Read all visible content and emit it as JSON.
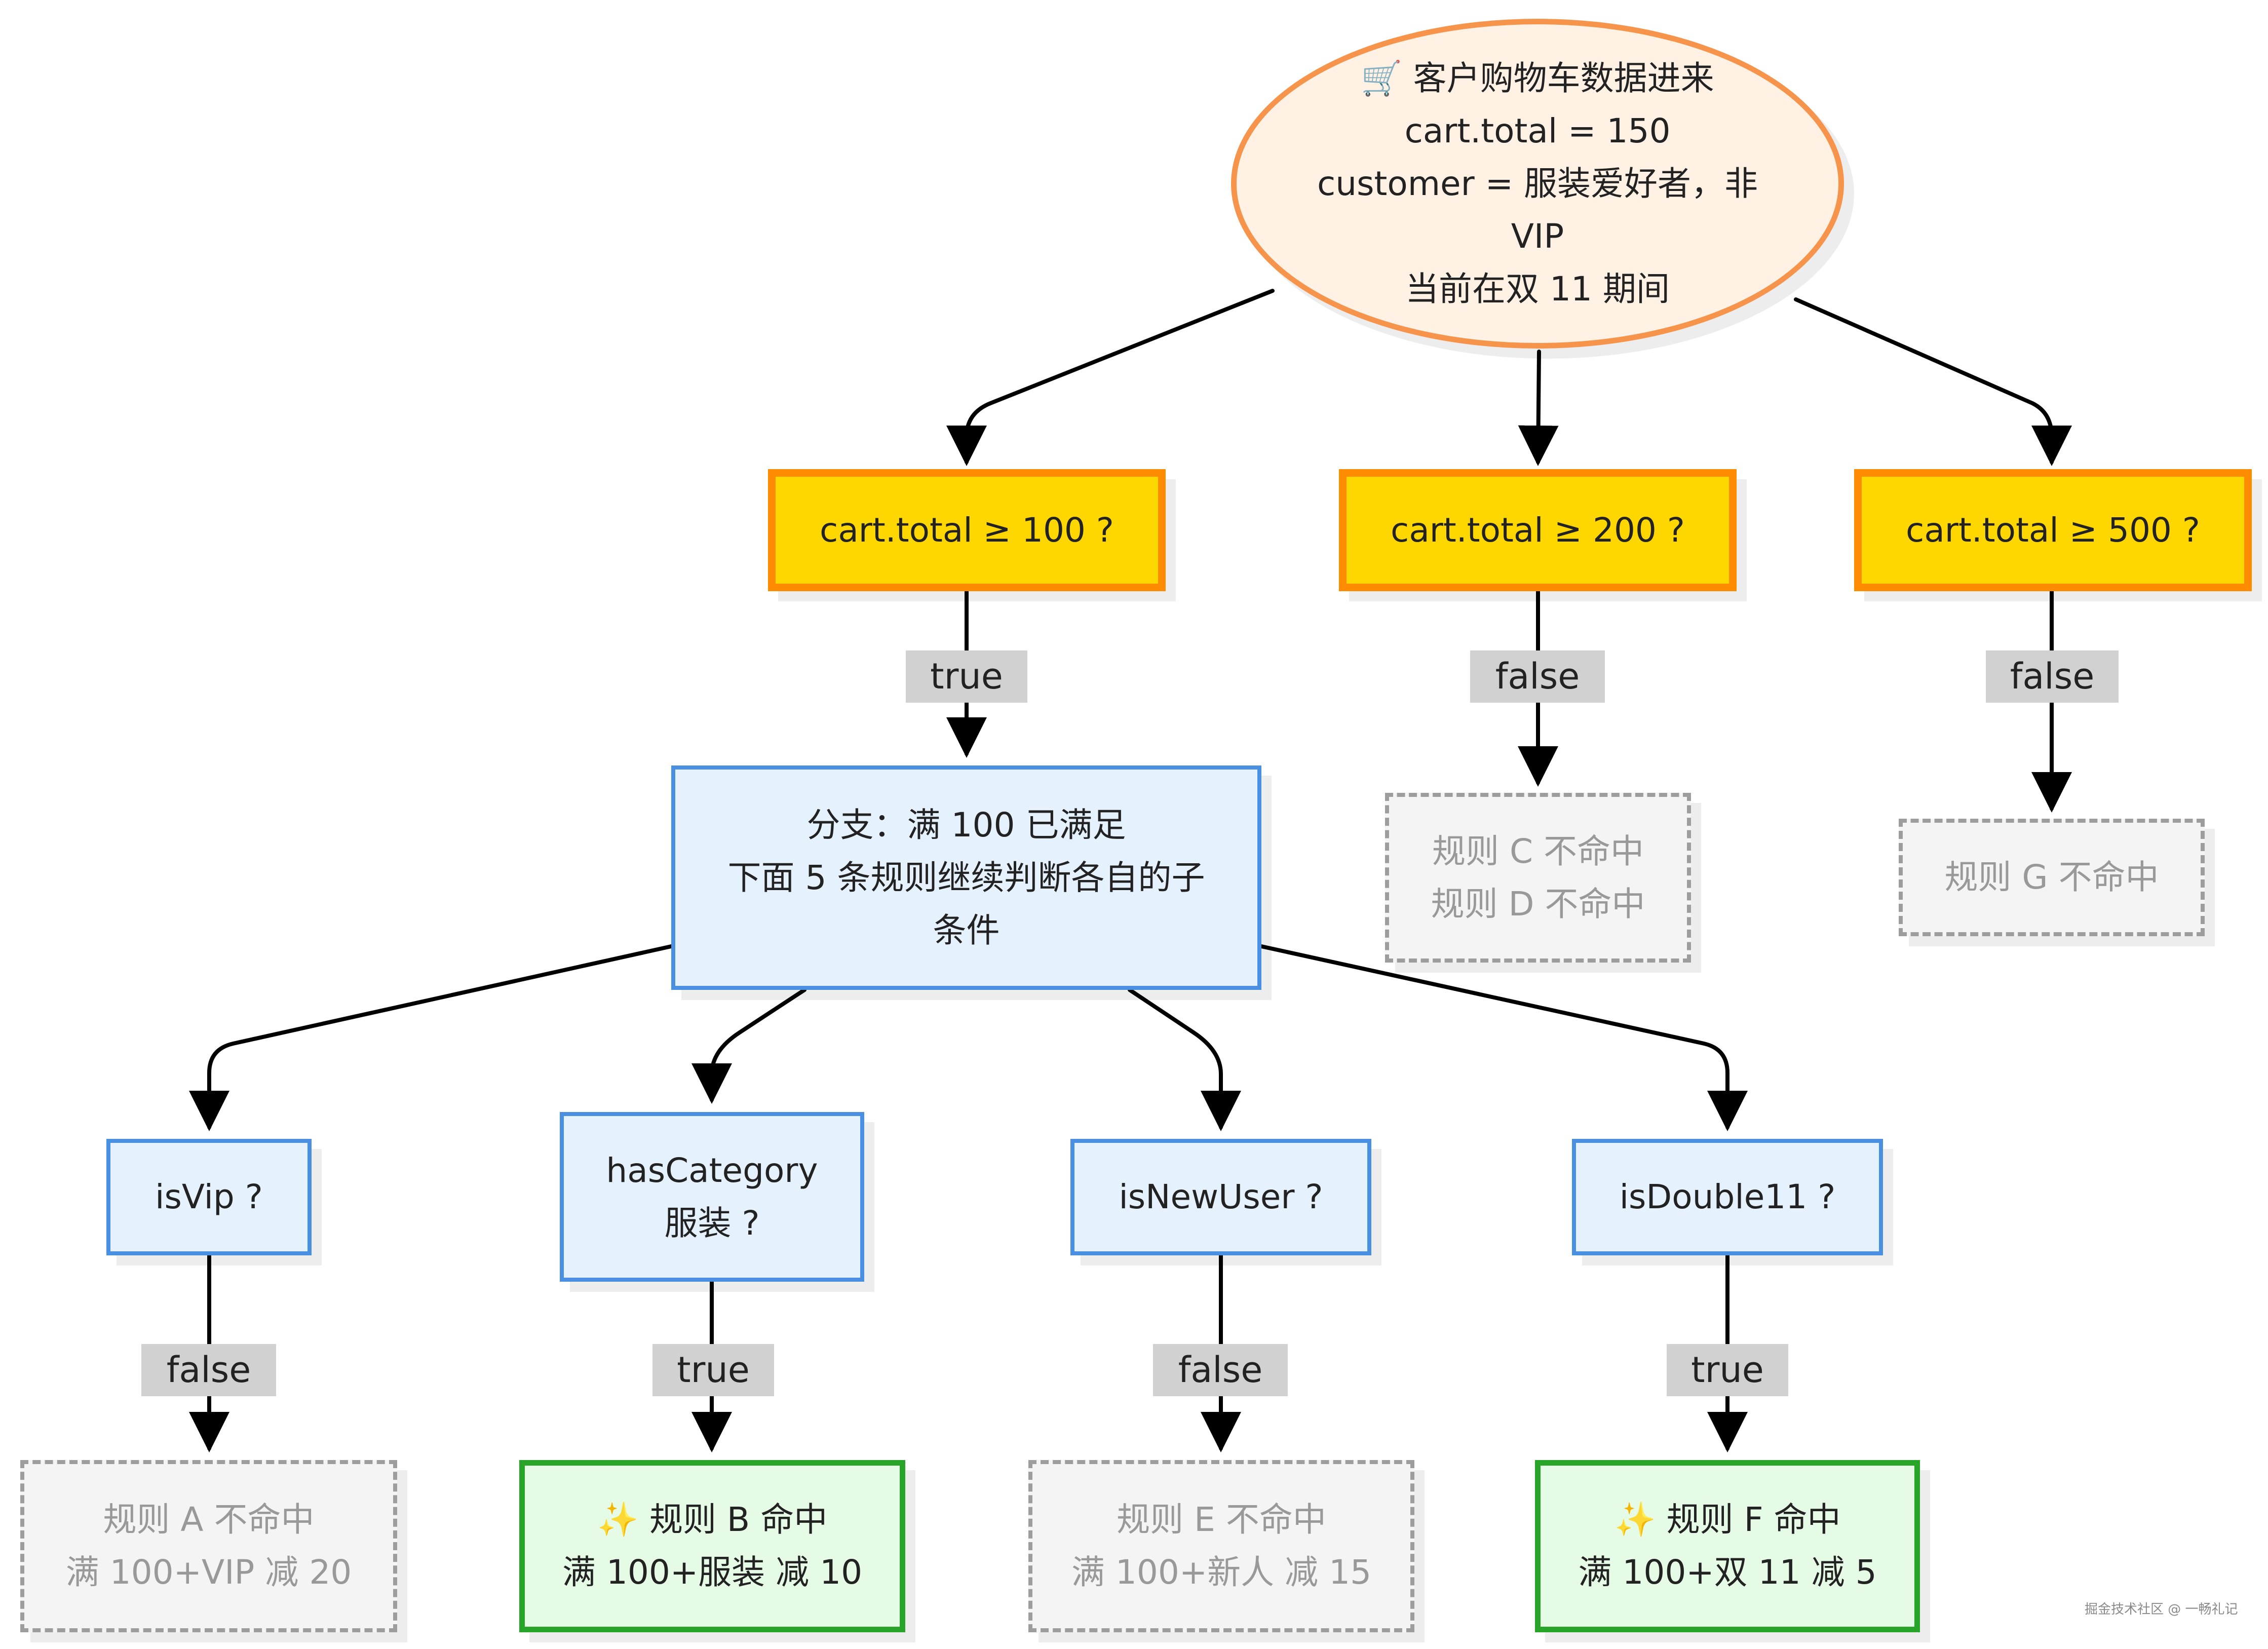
{
  "start": {
    "lines": [
      "🛒 客户购物车数据进来",
      "cart.total = 150",
      "customer = 服装爱好者，非",
      "VIP",
      "当前在双 11 期间"
    ]
  },
  "conditions": [
    {
      "label": "cart.total ≥ 100 ?"
    },
    {
      "label": "cart.total ≥ 200 ?"
    },
    {
      "label": "cart.total ≥ 500 ?"
    }
  ],
  "branch": {
    "lines": [
      "分支：满 100 已满足",
      "下面 5 条规则继续判断各自的子",
      "条件"
    ]
  },
  "questions": [
    {
      "lines": [
        "isVip ?"
      ]
    },
    {
      "lines": [
        "hasCategory",
        "服装 ?"
      ]
    },
    {
      "lines": [
        "isNewUser ?"
      ]
    },
    {
      "lines": [
        "isDouble11 ?"
      ]
    }
  ],
  "results": {
    "rule_cd": {
      "lines": [
        "规则 C 不命中",
        "规则 D 不命中"
      ]
    },
    "rule_g": {
      "lines": [
        "规则 G 不命中"
      ]
    },
    "rule_a": {
      "lines": [
        "规则 A 不命中",
        "满 100+VIP 减 20"
      ]
    },
    "rule_b": {
      "lines": [
        "✨ 规则 B 命中",
        "满 100+服装 减 10"
      ]
    },
    "rule_e": {
      "lines": [
        "规则 E 不命中",
        "满 100+新人 减 15"
      ]
    },
    "rule_f": {
      "lines": [
        "✨ 规则 F 命中",
        "满 100+双 11 减 5"
      ]
    }
  },
  "edge_labels": {
    "c1_branch": "true",
    "c2_cd": "false",
    "c3_g": "false",
    "q1_a": "false",
    "q2_b": "true",
    "q3_e": "false",
    "q4_f": "true"
  },
  "watermark": "掘金技术社区 @ 一畅礼记",
  "colors": {
    "edge": "#000000",
    "start_fill": "#fff2e5",
    "start_border": "#f5944a",
    "condition_fill": "#ffd700",
    "condition_border": "#ff8c00",
    "question_fill": "#e5f1fd",
    "question_border": "#4a90e2",
    "miss_fill": "#f4f4f4",
    "miss_border": "#9d9d9d",
    "hit_fill": "#e6fbe6",
    "hit_border": "#28a428",
    "edge_label_fill": "#d1d1d1"
  }
}
